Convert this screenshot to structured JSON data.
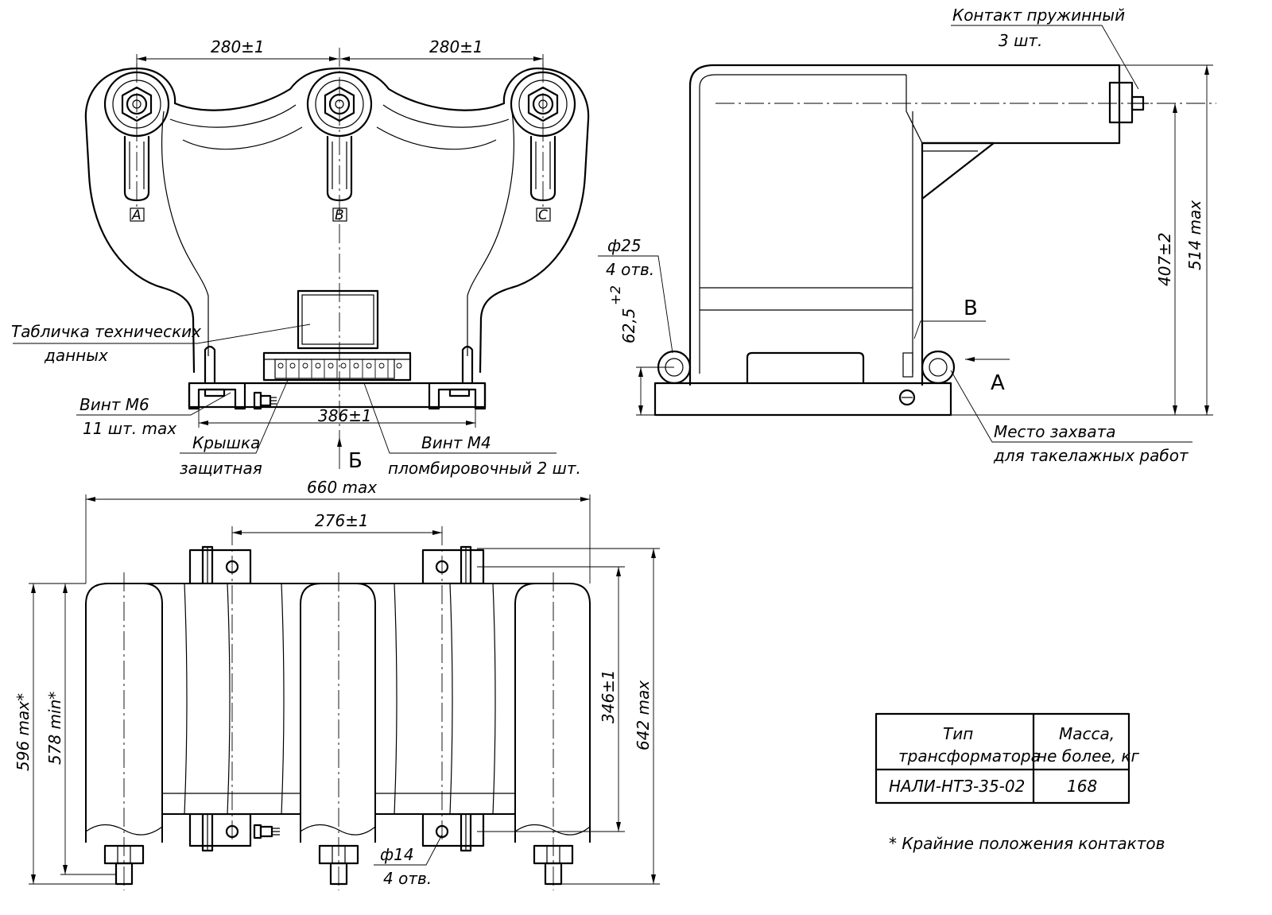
{
  "front_view": {
    "dim_left": "280±1",
    "dim_right": "280±1",
    "phase_a": "A",
    "phase_b": "B",
    "phase_c": "C",
    "plate_label_1": "Табличка технических",
    "plate_label_2": "данных",
    "screw_m6_1": "Винт М6",
    "screw_m6_2": "11 шт. max",
    "dim_base": "386±1",
    "cover_1": "Крышка",
    "cover_2": "защитная",
    "view_arrow": "Б",
    "screw_m4_1": "Винт М4",
    "screw_m4_2": "пломбировочный 2 шт."
  },
  "side_view": {
    "contact_1": "Контакт пружинный",
    "contact_2": "3 шт.",
    "hole_dia": "ф25",
    "hole_count": "4 отв.",
    "dim_height_hole": "62,5",
    "dim_height_hole_tol": "+2",
    "dim_407": "407±2",
    "dim_514": "514 max",
    "view_v": "В",
    "view_a": "А",
    "rig_1": "Место захвата",
    "rig_2": "для такелажных работ"
  },
  "top_view": {
    "dim_660": "660 max",
    "dim_276": "276±1",
    "dim_596": "596 max*",
    "dim_578": "578 min*",
    "dim_346": "346±1",
    "dim_642": "642 max",
    "hole_dia": "ф14",
    "hole_count": "4 отв."
  },
  "spec_table": {
    "head_type_1": "Тип",
    "head_type_2": "трансформатора",
    "head_mass_1": "Масса,",
    "head_mass_2": "не более, кг",
    "row_type": "НАЛИ-НТЗ-35-02",
    "row_mass": "168"
  },
  "footnote": "* Крайние положения контактов"
}
